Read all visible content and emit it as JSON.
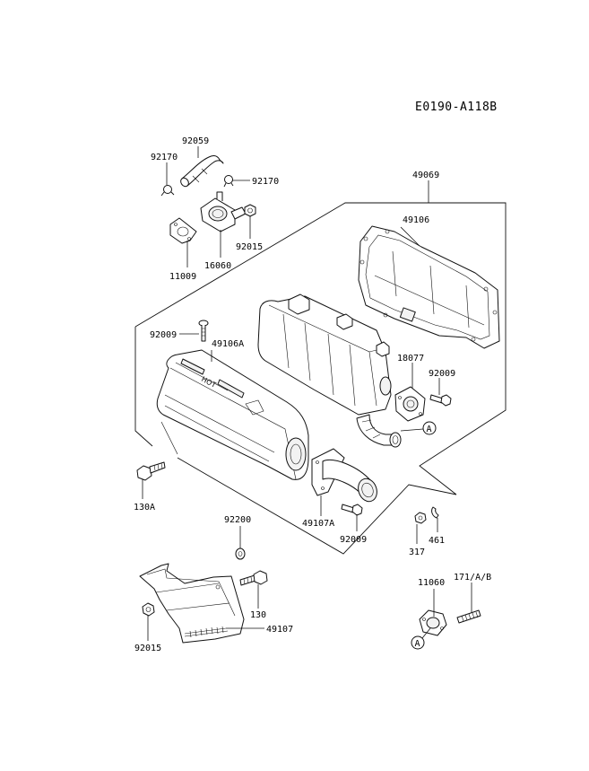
{
  "diagram_code": "E0190-A118B",
  "part_labels": {
    "p92059": "92059",
    "p92170a": "92170",
    "p92170b": "92170",
    "p11009": "11009",
    "p16060": "16060",
    "p92015a": "92015",
    "p49069": "49069",
    "p49106": "49106",
    "p92009a": "92009",
    "p49106A": "49106A",
    "p18077": "18077",
    "p92009b": "92009",
    "p130A": "130A",
    "p49107A": "49107A",
    "p92009c": "92009",
    "p317": "317",
    "p461": "461",
    "p92200": "92200",
    "p130": "130",
    "p92015b": "92015",
    "p49107": "49107",
    "p11060": "11060",
    "p171AB": "171/A/B"
  },
  "callouts": {
    "ref_a1": "A",
    "ref_a2": "A"
  },
  "stamped_text": "HOT"
}
